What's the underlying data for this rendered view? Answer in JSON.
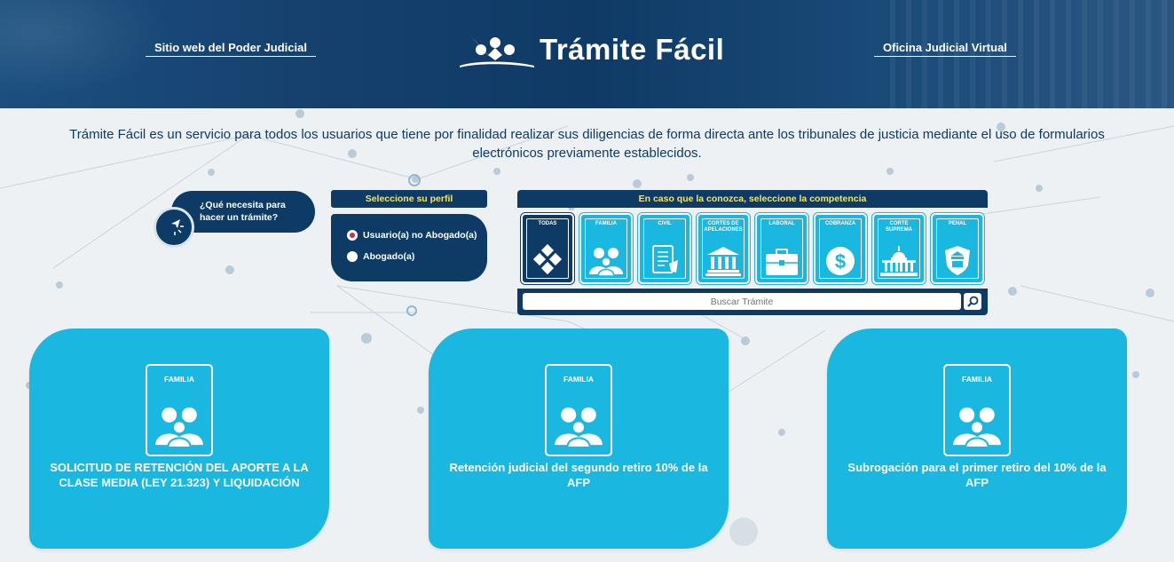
{
  "header": {
    "link_left": "Sitio web del Poder Judicial",
    "link_right": "Oficina Judicial Virtual",
    "logo_text": "Trámite Fácil"
  },
  "intro": "Trámite Fácil es un servicio para todos los usuarios que tiene por finalidad realizar sus diligencias de forma directa ante los tribunales de justicia mediante el uso de formularios electrónicos previamente establecidos.",
  "question": "¿Qué necesita para hacer un trámite?",
  "perfil": {
    "title": "Seleccione su perfil",
    "options": [
      {
        "label": "Usuario(a) no Abogado(a)",
        "selected": true
      },
      {
        "label": "Abogado(a)",
        "selected": false
      }
    ]
  },
  "competencia": {
    "title": "En caso que la conozca, seleccione la competencia",
    "tiles": [
      {
        "label": "TODAS",
        "icon": "diamond-grid-icon",
        "active": true
      },
      {
        "label": "FAMILIA",
        "icon": "family-icon",
        "active": false
      },
      {
        "label": "CIVIL",
        "icon": "document-icon",
        "active": false
      },
      {
        "label": "CORTES DE APELACIONES",
        "icon": "courthouse-icon",
        "active": false
      },
      {
        "label": "LABORAL",
        "icon": "briefcase-icon",
        "active": false
      },
      {
        "label": "COBRANZA",
        "icon": "dollar-icon",
        "active": false
      },
      {
        "label": "CORTE SUPREMA",
        "icon": "capitol-icon",
        "active": false
      },
      {
        "label": "PENAL",
        "icon": "shield-icon",
        "active": false
      }
    ]
  },
  "search": {
    "placeholder": "Buscar Trámite"
  },
  "cards": [
    {
      "category": "FAMILIA",
      "title": "SOLICITUD DE RETENCIÓN DEL APORTE A LA CLASE MEDIA (LEY 21.323) Y LIQUIDACIÓN"
    },
    {
      "category": "FAMILIA",
      "title": "Retención judicial del segundo retiro 10% de la AFP"
    },
    {
      "category": "FAMILIA",
      "title": "Subrogación para el primer retiro del 10% de la AFP"
    }
  ],
  "colors": {
    "navy": "#0d3b66",
    "cyan": "#1ab7e0",
    "yellow": "#f4e46a",
    "radio_selected": "#c0314b"
  }
}
